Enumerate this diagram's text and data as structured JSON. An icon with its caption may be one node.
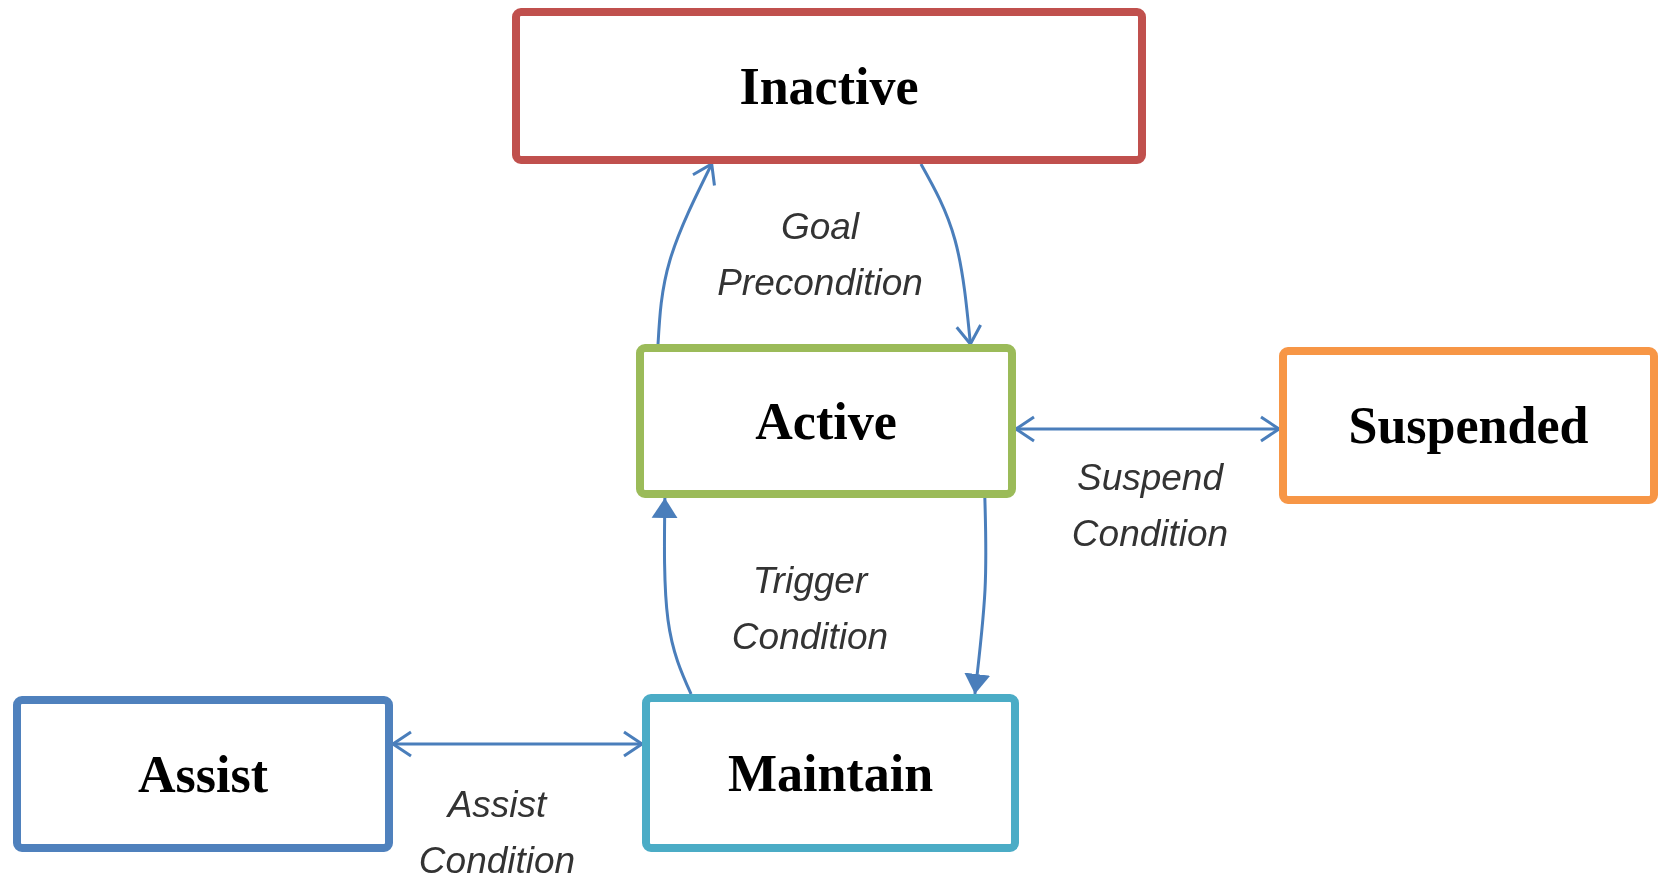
{
  "diagram": {
    "nodes": [
      {
        "text": [
          "Inactive"
        ]
      },
      {
        "text": [
          "Active"
        ]
      },
      {
        "text": [
          "Suspended"
        ]
      },
      {
        "text": [
          "Assist"
        ]
      },
      {
        "text": [
          "Maintain"
        ]
      }
    ],
    "edges": [
      {
        "from": 1,
        "to": 0,
        "arrow": "to"
      },
      {
        "from": 0,
        "to": 1,
        "arrow": "to",
        "label": "Goal Precondition"
      },
      {
        "from": 4,
        "to": 1,
        "arrow": "to",
        "label": "Trigger Condition"
      },
      {
        "from": 1,
        "to": 4,
        "arrow": "to"
      },
      {
        "from": 1,
        "to": 2,
        "arrow": "both",
        "label": "Suspend Condition"
      },
      {
        "from": 3,
        "to": 4,
        "arrow": "both",
        "label": "Assist Condition"
      }
    ]
  }
}
